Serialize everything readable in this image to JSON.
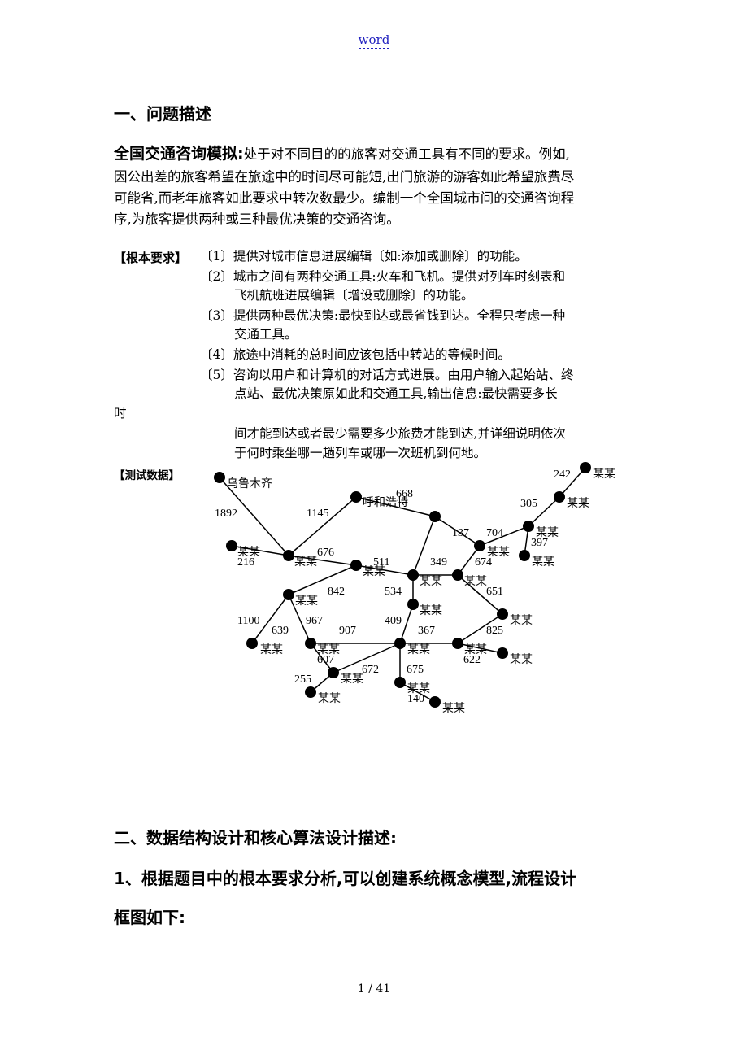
{
  "header": {
    "link_text": "word"
  },
  "section1": {
    "heading": "一、问题描述",
    "intro_title": "全国交通咨询模拟:",
    "intro_line1": "处于对不同目的的旅客对交通工具有不同的要求。例如,",
    "intro_line2": "因公出差的旅客希望在旅途中的时间尽可能短,出门旅游的游客如此希望旅费尽",
    "intro_line3": "可能省,而老年旅客如此要求中转次数最少。编制一个全国城市间的交通咨询程",
    "intro_line4": "序,为旅客提供两种或三种最优决策的交通咨询。"
  },
  "requirements": {
    "label": "【根本要求】",
    "r1": "〔1〕提供对城市信息进展编辑〔如:添加或删除〕的功能。",
    "r2a": "〔2〕城市之间有两种交通工具:火车和飞机。提供对列车时刻表和",
    "r2b": "飞机航班进展编辑〔增设或删除〕的功能。",
    "r3a": "〔3〕提供两种最优决策:最快到达或最省钱到达。全程只考虑一种",
    "r3b": "交通工具。",
    "r4": "〔4〕旅途中消耗的总时间应该包括中转站的等候时间。",
    "r5a": "〔5〕咨询以用户和计算机的对话方式进展。由用户输入起始站、终",
    "r5b": "点站、最优决策原如此和交通工具,输出信息:最快需要多长",
    "r5_wrap": "时",
    "r5c": "间才能到达或者最少需要多少旅费才能到达,并详细说明依次",
    "r5d": "于何时乘坐哪一趟列车或哪一次班机到何地。"
  },
  "test_data": {
    "label": "【测试数据】",
    "node_labels": [
      "乌鲁木齐",
      "呼和浩特",
      "某某"
    ],
    "edge_weights": [
      "1892",
      "1145",
      "668",
      "242",
      "305",
      "137",
      "704",
      "397",
      "216",
      "676",
      "511",
      "349",
      "674",
      "842",
      "534",
      "651",
      "1100",
      "639",
      "967",
      "907",
      "409",
      "367",
      "825",
      "607",
      "672",
      "675",
      "622",
      "255",
      "140"
    ]
  },
  "section2": {
    "heading": "二、数据结构设计和核心算法设计描述:",
    "sub1_line1": "1、根据题目中的根本要求分析,可以创建系统概念模型,流程设计",
    "sub1_line2": "框图如下:"
  },
  "footer": {
    "page": "1",
    "total": "41",
    "sep": "/"
  }
}
